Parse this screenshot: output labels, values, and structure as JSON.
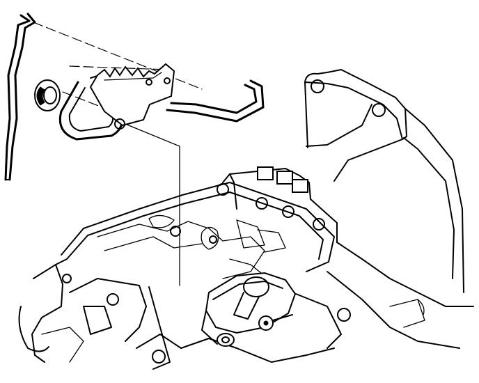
{
  "figure": {
    "type": "exploded technical line drawing",
    "labels": []
  },
  "components": [
    {
      "id": "selector-rod",
      "icon": "shift-linkage-rod-icon"
    },
    {
      "id": "retaining-nut",
      "icon": "nut-icon"
    },
    {
      "id": "detent-lever",
      "icon": "detent-lever-icon"
    },
    {
      "id": "detent-spring",
      "icon": "spring-clip-icon"
    },
    {
      "id": "manual-valve-link",
      "icon": "link-rod-icon"
    },
    {
      "id": "transmission-case",
      "icon": "transmission-case-icon"
    },
    {
      "id": "range-switch",
      "icon": "range-switch-icon"
    }
  ]
}
